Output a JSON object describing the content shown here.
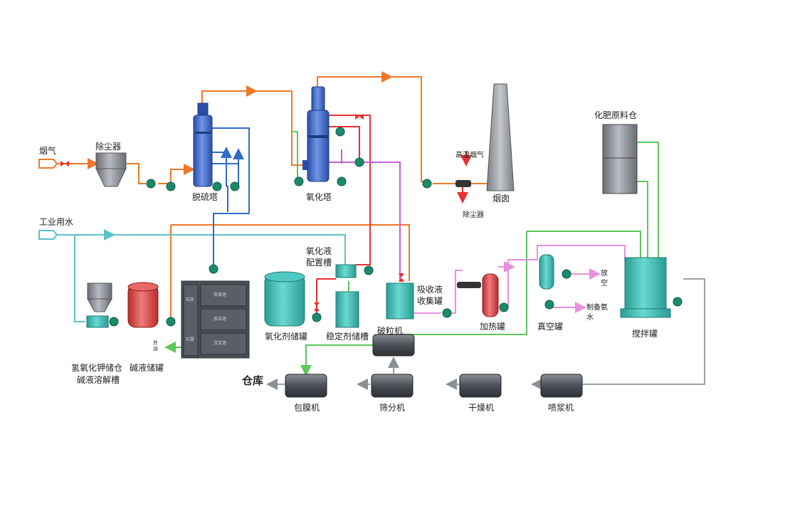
{
  "labels": {
    "flue_gas": "烟气",
    "dust_collector_1": "除尘器",
    "desulfurization_tower": "脱硫塔",
    "oxidation_tower": "氧化塔",
    "hot_flue_gas": "高温烟气",
    "dust_collector_2": "除尘器",
    "chimney": "烟囱",
    "fertilizer_silo": "化肥原料仓",
    "industrial_water": "工业用水",
    "oxidant_prep_tank_1": "氧化液",
    "oxidant_prep_tank_2": "配置槽",
    "absorption_tank_1": "吸收液",
    "absorption_tank_2": "收集罐",
    "heating_tank": "加热罐",
    "vacuum_tank": "真空罐",
    "vent": "放空",
    "ammonia_water": "制备氨水",
    "mixing_tank": "搅拌罐",
    "oxidant_storage": "氧化剂储罐",
    "stabilizer_tank": "稳定剂储槽",
    "granulator": "破粒机",
    "koh_silo": "氢氧化钾储仓",
    "alkali_dissolve": "碱液溶解槽",
    "alkali_storage": "碱液储罐",
    "outbound": "外运",
    "warehouse": "仓库",
    "coating_machine": "包膜机",
    "screening_machine": "筛分机",
    "dryer": "干燥机",
    "spray_machine": "喷浆机",
    "gypsum_1": "石灰",
    "gypsum_2": "石膏",
    "pool_1": "浆液池",
    "pool_2": "反应池",
    "pool_3": "沉淀池"
  },
  "colors": {
    "flue_pipe": "#f07828",
    "water_pipe": "#5cc0c8",
    "blue_pipe": "#2e6cc8",
    "green_pipe": "#5ac85a",
    "red_pipe": "#e83030",
    "purple_pipe": "#c060d0",
    "pink_pipe": "#e890e0",
    "gray_pipe": "#9aa0a8",
    "teal_tank": "#3cbcb4",
    "blue_tower": "#3a62c0",
    "red_tank": "#d84848",
    "pump": "#1a8a6c",
    "machine": "#4a4e55"
  }
}
